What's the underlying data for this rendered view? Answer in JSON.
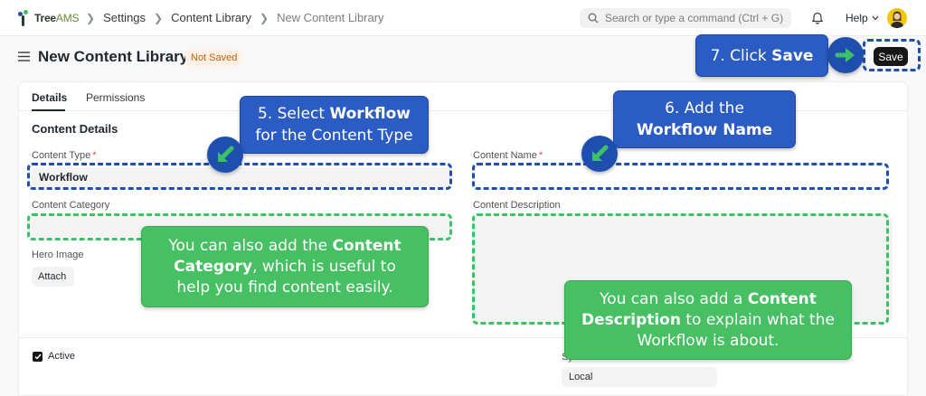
{
  "navbar": {
    "logo_primary": "Tree",
    "logo_secondary": "AMS",
    "breadcrumbs": [
      "Settings",
      "Content Library",
      "New Content Library"
    ],
    "search_placeholder": "Search or type a command (Ctrl + G)",
    "help_label": "Help"
  },
  "page": {
    "title": "New Content Library",
    "status": "Not Saved",
    "save_label": "Save"
  },
  "tabs": [
    "Details",
    "Permissions"
  ],
  "form": {
    "section_title": "Content Details",
    "content_type_label": "Content Type",
    "content_type_value": "Workflow",
    "content_name_label": "Content Name",
    "content_name_value": "",
    "content_category_label": "Content Category",
    "content_category_value": "",
    "content_description_label": "Content Description",
    "content_description_value": "",
    "hero_image_label": "Hero Image",
    "attach_label": "Attach",
    "active_label": "Active",
    "active_checked": true,
    "sync_status_label": "Sync Status",
    "sync_status_value": "Local",
    "required_mark": "*"
  },
  "annotations": {
    "step5_line1_pre": "5. Select ",
    "step5_line1_bold": "Workflow",
    "step5_line2": "for the Content Type",
    "step6_line1": "6. Add the",
    "step6_line2_bold": "Workflow Name",
    "step7_pre": "7. Click ",
    "step7_bold": "Save",
    "tip_category_line1_pre": "You can also add the ",
    "tip_category_line1_bold": "Content",
    "tip_category_line2_bold": "Category",
    "tip_category_line2_post": ", which is useful to",
    "tip_category_line3": "help you find content easily.",
    "tip_description_line1_pre": "You can also add a ",
    "tip_description_line1_bold": "Content",
    "tip_description_line2_bold": "Description",
    "tip_description_line2_post": " to explain what the",
    "tip_description_line3": "Workflow is about."
  },
  "colors": {
    "annotation_blue": "#2b5cc4",
    "annotation_green": "#47bf63",
    "dash_blue": "#1f4fae",
    "dash_green": "#3cc264",
    "arrow_green": "#3cc264"
  }
}
